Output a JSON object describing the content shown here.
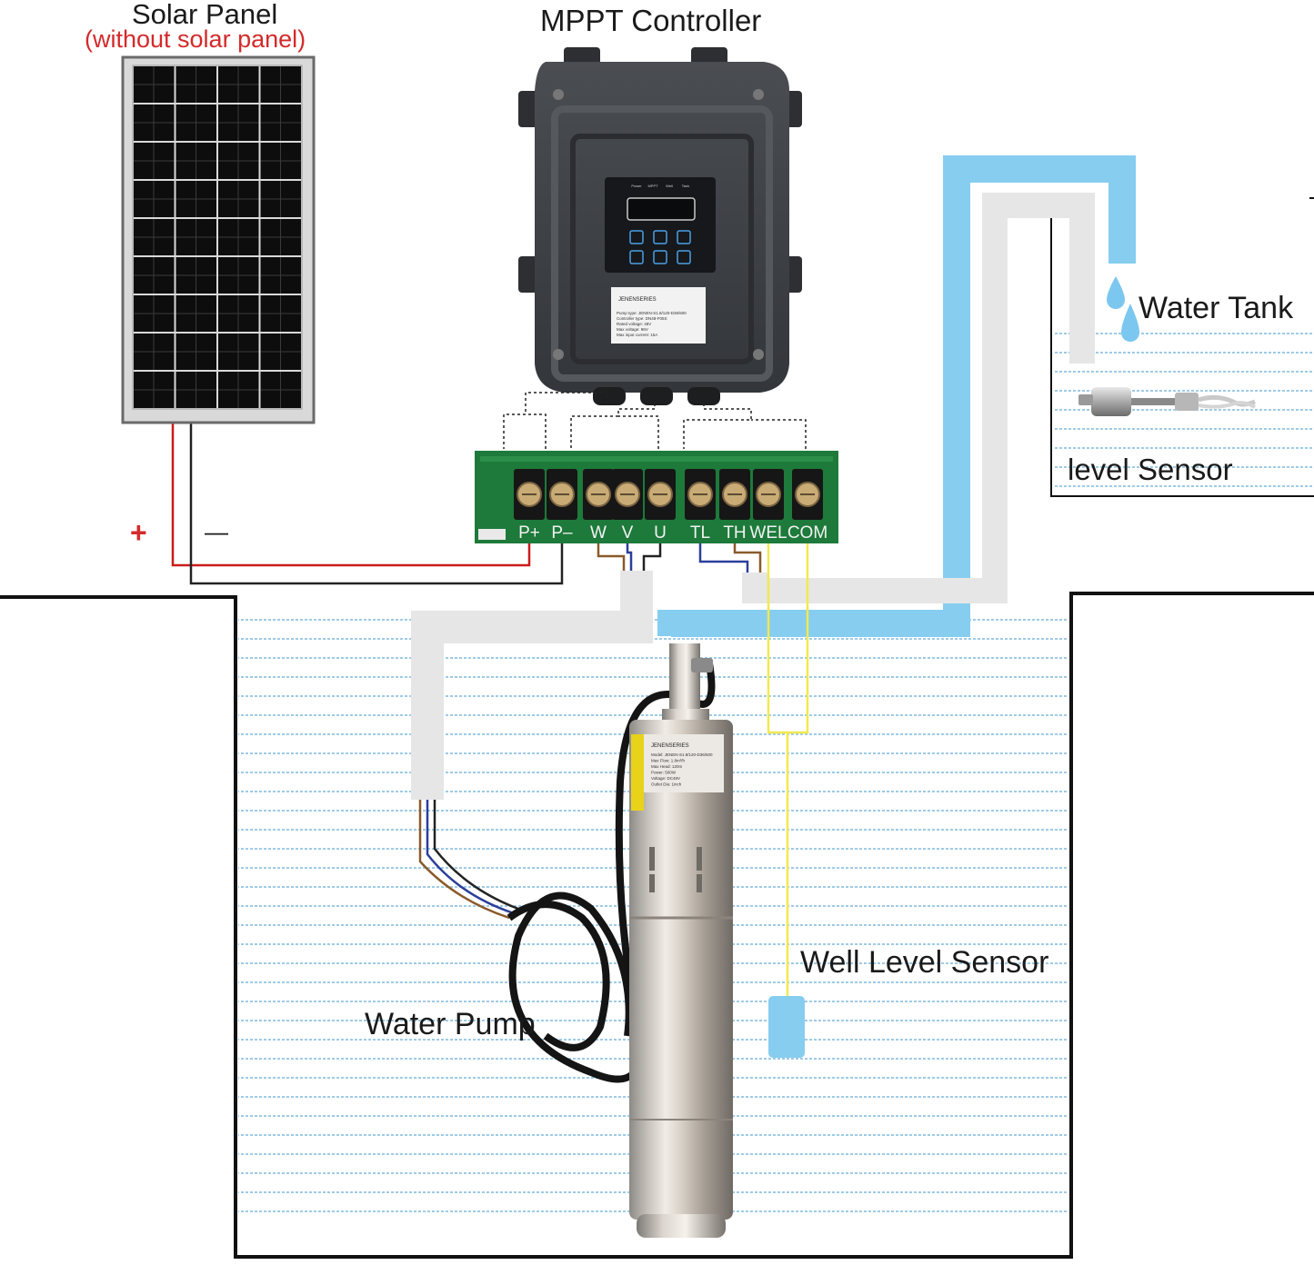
{
  "labels": {
    "solar_panel": "Solar Panel",
    "solar_panel_note": "(without solar panel)",
    "controller": "MPPT Controller",
    "water_tank": "Water Tank",
    "level_sensor": "level Sensor",
    "well_level_sensor": "Well Level Sensor",
    "water_pump": "Water Pump",
    "plus": "+",
    "minus": "—"
  },
  "terminals": [
    "P+",
    "P–",
    "W",
    "V",
    "U",
    "TL",
    "TH",
    "WEL",
    "COM"
  ],
  "controller_panel": {
    "indicators": [
      "Power",
      "MPPT",
      "Well",
      "Tank"
    ],
    "brand": "JENENSERIES",
    "spec_lines": [
      "Pump type: JENEN-S1.8/120-D36/500",
      "Controller type: DN48-F05S",
      "Rated voltage: 48V",
      "Max voltage: 96V",
      "Max input current: 15A"
    ]
  },
  "pump_label": {
    "brand": "JENENSERIES",
    "spec_lines": [
      "Model: JENEN-S1.8/120-D36/500",
      "Max Flow: 1.8m³/h",
      "Max Head: 120m",
      "Power: 500W",
      "Voltage: DC48V",
      "Outlet Dia: 1inch"
    ]
  },
  "colors": {
    "positive_wire": "#d11a1a",
    "negative_wire": "#222222",
    "pipe": "#87ccef",
    "cable_sheath": "#e6e6e6",
    "sensor_wire": "#f2e94e",
    "water_line": "#a9cfe6",
    "terminal_board": "#1d7a3a"
  }
}
